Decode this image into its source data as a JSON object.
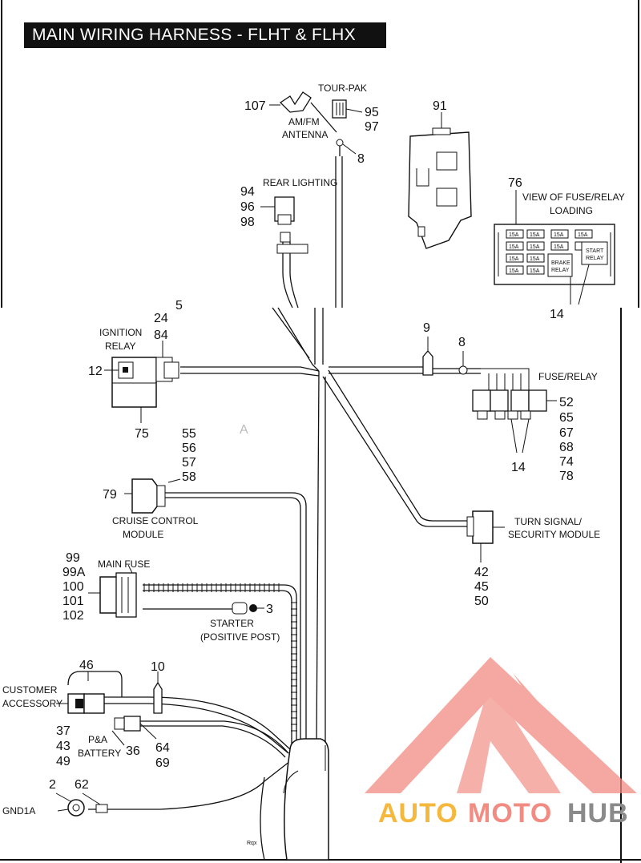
{
  "title": "MAIN WIRING HARNESS - FLHT & FLHX",
  "labels": {
    "tour_pak": "TOUR-PAK",
    "antenna_1": "AM/FM",
    "antenna_2": "ANTENNA",
    "rear_lighting": "REAR LIGHTING",
    "fuse_view_1": "VIEW OF FUSE/RELAY",
    "fuse_view_2": "LOADING",
    "ignition_1": "IGNITION",
    "ignition_2": "RELAY",
    "fuse_relay": "FUSE/RELAY",
    "cruise_1": "CRUISE CONTROL",
    "cruise_2": "MODULE",
    "turn_1": "TURN SIGNAL/",
    "turn_2": "SECURITY MODULE",
    "main_fuse": "MAIN FUSE",
    "starter_1": "STARTER",
    "starter_2": "(POSITIVE POST)",
    "customer_1": "CUSTOMER",
    "customer_2": "ACCESSORY",
    "pa_1": "P&A",
    "pa_2": "BATTERY",
    "gnd": "GND1A",
    "center_mark": "A",
    "brake_1": "BRAKE",
    "brake_2": "RELAY",
    "start_1": "START",
    "start_2": "RELAY",
    "fuse_15a": "15A",
    "footer_mark": "Rqx"
  },
  "callouts": {
    "c107": "107",
    "c95": "95",
    "c97": "97",
    "c8a": "8",
    "c91": "91",
    "c94": "94",
    "c96": "96",
    "c98": "98",
    "c76": "76",
    "c14a": "14",
    "c5": "5",
    "c24": "24",
    "c84": "84",
    "c12": "12",
    "c75": "75",
    "c9": "9",
    "c8b": "8",
    "c52": "52",
    "c65": "65",
    "c67": "67",
    "c68": "68",
    "c74": "74",
    "c78": "78",
    "c14b": "14",
    "c55": "55",
    "c56": "56",
    "c57": "57",
    "c58": "58",
    "c79": "79",
    "c42": "42",
    "c45": "45",
    "c50": "50",
    "c99": "99",
    "c99a": "99A",
    "c100": "100",
    "c101": "101",
    "c102": "102",
    "c3": "3",
    "c46": "46",
    "c10": "10",
    "c37": "37",
    "c43": "43",
    "c49": "49",
    "c36": "36",
    "c64": "64",
    "c69": "69",
    "c2": "2",
    "c62": "62"
  },
  "watermark": {
    "part1": "AUTO",
    "part2": "MOTO",
    "part3": "HUB",
    "color_orange": "#f5b83d",
    "color_red": "#f28b82",
    "color_gray": "#8a8a8a"
  }
}
